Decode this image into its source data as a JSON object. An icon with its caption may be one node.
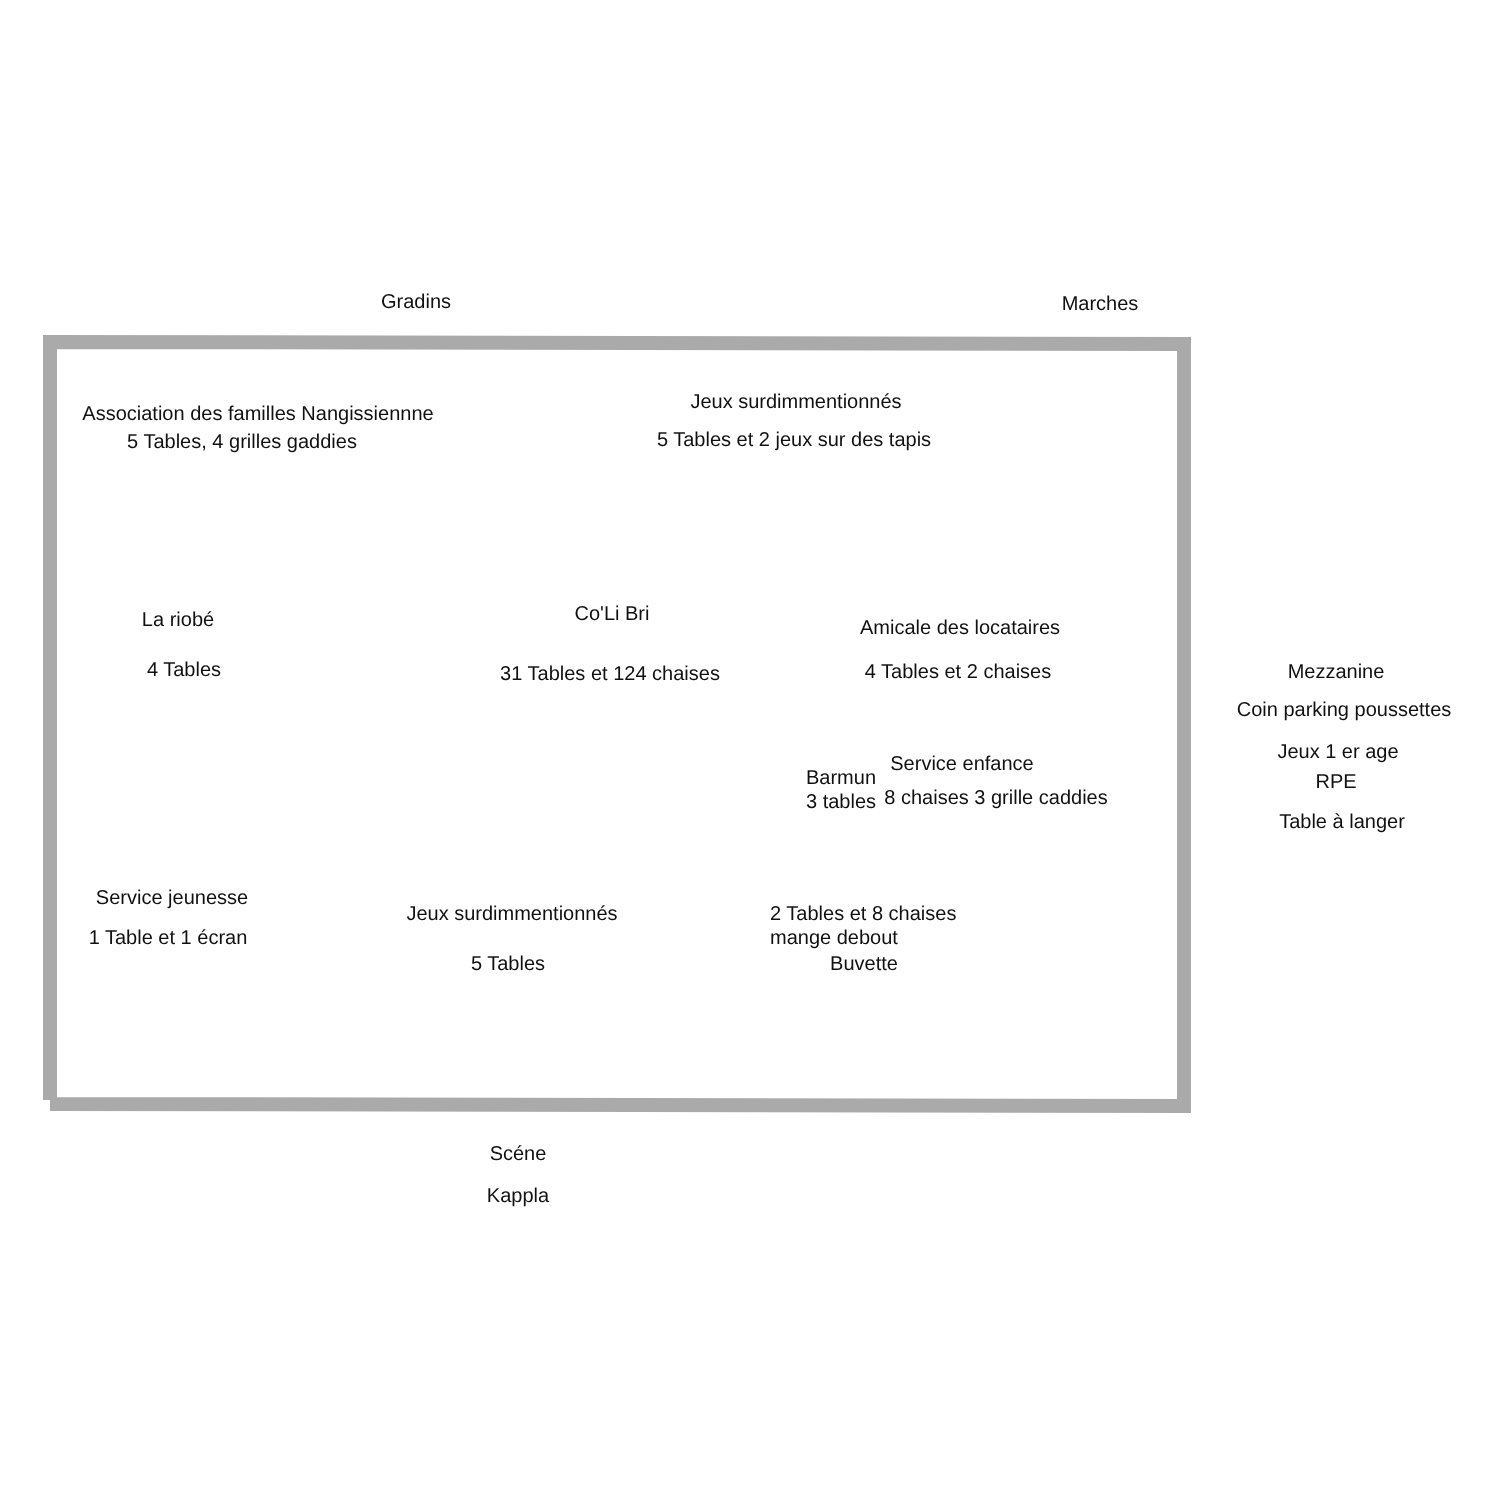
{
  "diagram": {
    "labels": [
      "Gradins",
      "Marches",
      "Association des familles Nangissiennne",
      "5 Tables, 4 grilles gaddies",
      "Jeux surdimmentionnés",
      "5 Tables et 2 jeux sur des tapis",
      "La riobé",
      "Co'Li Bri",
      "Amicale des locataires",
      "4 Tables",
      "31 Tables et 124 chaises",
      "4 Tables et 2 chaises",
      "Mezzanine",
      "Coin parking poussettes",
      "Service enfance",
      "Jeux 1 er age",
      "Barmun 3 tables",
      "RPE",
      "8 chaises 3 grille caddies",
      "Table à langer",
      "Service jeunesse",
      "1 Table et 1 écran",
      "Jeux surdimmentionnés",
      "2 Tables et 8 chaises mange debout",
      "5 Tables",
      "Buvette",
      "Scéne",
      "Kappla"
    ]
  }
}
